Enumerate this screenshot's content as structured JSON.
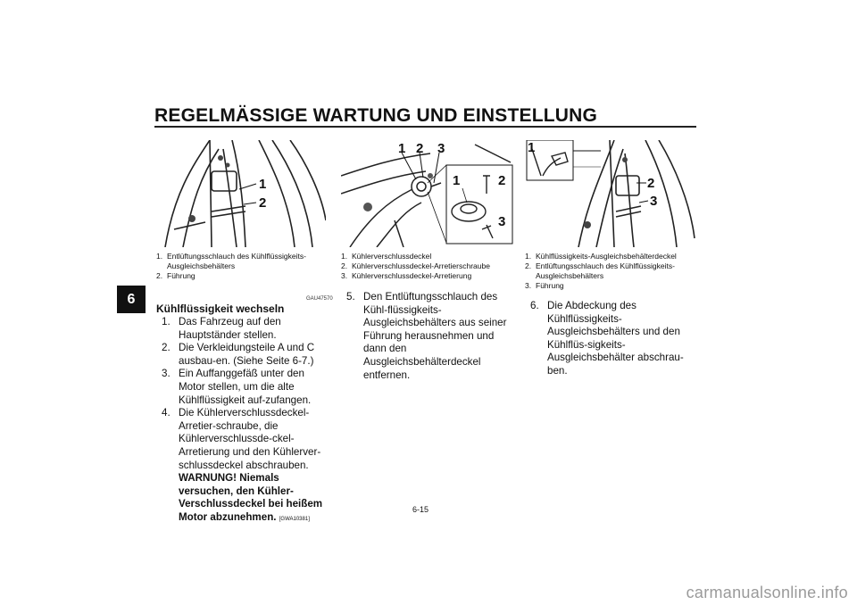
{
  "header": {
    "title": "REGELMÄSSIGE WARTUNG UND EINSTELLUNG"
  },
  "side_tab": {
    "label": "6"
  },
  "figures": [
    {
      "callouts": [
        "1",
        "2"
      ],
      "legend": [
        {
          "num": "1.",
          "text": "Entlüftungsschlauch des Kühlflüssigkeits-Ausgleichsbehälters"
        },
        {
          "num": "2.",
          "text": "Führung"
        }
      ]
    },
    {
      "callouts": [
        "1",
        "2",
        "3"
      ],
      "inset_callouts": [
        "1",
        "2",
        "3"
      ],
      "legend": [
        {
          "num": "1.",
          "text": "Kühlerverschlussdeckel"
        },
        {
          "num": "2.",
          "text": "Kühlerverschlussdeckel-Arretierschraube"
        },
        {
          "num": "3.",
          "text": "Kühlerverschlussdeckel-Arretierung"
        }
      ]
    },
    {
      "callouts": [
        "1",
        "2",
        "3"
      ],
      "legend": [
        {
          "num": "1.",
          "text": "Kühlflüssigkeits-Ausgleichsbehälterdeckel"
        },
        {
          "num": "2.",
          "text": "Entlüftungsschlauch des Kühlflüssigkeits-Ausgleichsbehälters"
        },
        {
          "num": "3.",
          "text": "Führung"
        }
      ]
    }
  ],
  "section": {
    "code": "GAU47570",
    "heading": "Kühlflüssigkeit wechseln",
    "steps": [
      {
        "num": "1.",
        "text": "Das Fahrzeug auf den Hauptständer stellen."
      },
      {
        "num": "2.",
        "text": "Die Verkleidungsteile A und C ausbau-en. (Siehe Seite 6-7.)"
      },
      {
        "num": "3.",
        "text": "Ein Auffanggefäß unter den Motor stellen, um die alte Kühlflüssigkeit auf-zufangen."
      },
      {
        "num": "4.",
        "text": "Die Kühlerverschlussdeckel-Arretier-schraube, die Kühlerverschlussde-ckel-Arretierung und den Kühlerver-schlussdeckel abschrauben.",
        "warning": "WARNUNG! Niemals versuchen, den Kühler-Verschlussdeckel bei heißem Motor abzunehmen.",
        "warning_code": "[GWA10381]"
      }
    ],
    "step5": {
      "num": "5.",
      "text": "Den Entlüftungsschlauch des Kühl-flüssigkeits-Ausgleichsbehälters aus seiner Führung herausnehmen und dann den Ausgleichsbehälterdeckel entfernen."
    },
    "step6": {
      "num": "6.",
      "text": "Die Abdeckung des Kühlflüssigkeits-Ausgleichsbehälters und den Kühlflüs-sigkeits-Ausgleichsbehälter abschrau-ben."
    }
  },
  "page_number": "6-15",
  "footer": {
    "watermark": "carmanualsonline.info"
  }
}
